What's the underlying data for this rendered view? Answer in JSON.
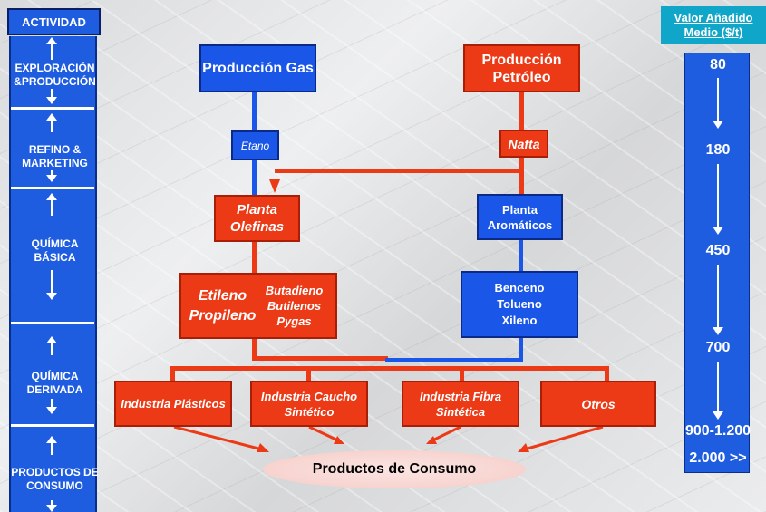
{
  "activities": {
    "header": "ACTIVIDAD",
    "items": [
      {
        "label": "EXPLORACIÓN &PRODUCCIÓN"
      },
      {
        "label": "REFINO & MARKETING"
      },
      {
        "label": "QUÍMICA BÁSICA"
      },
      {
        "label": "QUÍMICA DERIVADA"
      },
      {
        "label": "PRODUCTOS DE CONSUMO"
      }
    ]
  },
  "value_added": {
    "header_line1": "Valor Añadido",
    "header_line2": "Medio  ($/t)",
    "values": [
      "80",
      "180",
      "450",
      "700",
      "900-1.200",
      "2.000 >>"
    ]
  },
  "nodes": {
    "produccion_gas": "Producción Gas",
    "produccion_petroleo": "Producción Petróleo",
    "etano": "Etano",
    "nafta": "Nafta",
    "planta_olefinas": "Planta Olefinas",
    "planta_aromaticos": "Planta Aromáticos",
    "etileno_propileno": "Etileno Propileno",
    "butadieno_group": "Butadieno Butilenos Pygas",
    "btx": "Benceno Tolueno Xileno",
    "industria_plasticos": "Industria Plásticos",
    "industria_caucho": "Industria Caucho Sintético",
    "industria_fibra": "Industria Fibra Sintética",
    "otros": "Otros",
    "productos_consumo": "Productos de Consumo"
  },
  "colors": {
    "blue": "#1a56e8",
    "red": "#ec3a16",
    "cyan": "#10a6c9"
  }
}
